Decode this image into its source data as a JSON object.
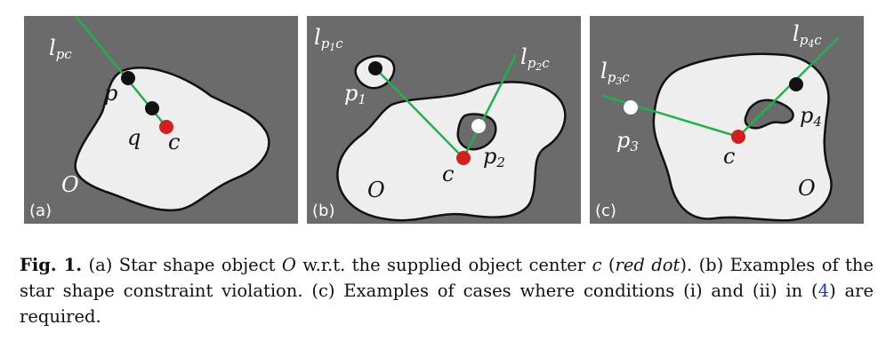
{
  "panels": {
    "a": {
      "tag": "(a)",
      "object_label": "O",
      "line_label": {
        "base": "l",
        "sub": "pc"
      },
      "p_label": "p",
      "q_label": "q",
      "c_label": "c"
    },
    "b": {
      "tag": "(b)",
      "object_label": "O",
      "line1_label": {
        "base": "l",
        "sub_p": "p",
        "sub_i": "1",
        "sub_c": "c"
      },
      "line2_label": {
        "base": "l",
        "sub_p": "p",
        "sub_i": "2",
        "sub_c": "c"
      },
      "p1_label": {
        "base": "p",
        "sub": "1"
      },
      "p2_label": {
        "base": "p",
        "sub": "2"
      },
      "c_label": "c"
    },
    "c": {
      "tag": "(c)",
      "object_label": "O",
      "line3_label": {
        "base": "l",
        "sub_p": "p",
        "sub_i": "3",
        "sub_c": "c"
      },
      "line4_label": {
        "base": "l",
        "sub_p": "p",
        "sub_i": "4",
        "sub_c": "c"
      },
      "p3_label": {
        "base": "p",
        "sub": "3"
      },
      "p4_label": {
        "base": "p",
        "sub": "4"
      },
      "c_label": "c"
    }
  },
  "caption": {
    "fig_label": "Fig. 1.",
    "part1": " (a) Star shape object ",
    "O": "O",
    "part2": " w.r.t. the supplied object center ",
    "c": "c",
    "part3": " (",
    "red_dot": "red dot",
    "part4": "). (b) Examples of the star shape constraint violation. (c) Examples of cases where conditions (i) and (ii) in (",
    "ref": "4",
    "part5": ") are required."
  },
  "colors": {
    "background": "#6b6b6b",
    "object_fill": "#eeeeee",
    "line": "#22b04c",
    "center_dot": "#d02020",
    "point_dot": "#111111",
    "hole_fill": "#6b6b6b",
    "reference": "#2233cc"
  }
}
